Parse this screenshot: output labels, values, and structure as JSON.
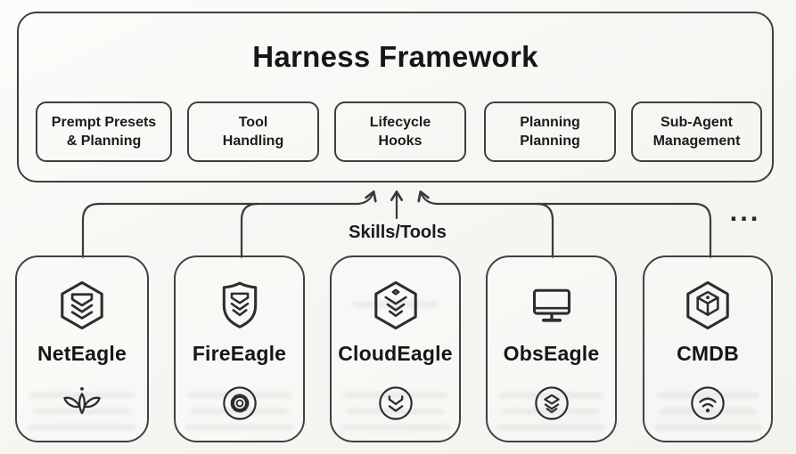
{
  "colors": {
    "background": "#f7f6f3",
    "line": "#3a3a3e",
    "text": "#1d1d1f"
  },
  "framework": {
    "title": "Harness Framework",
    "modules": [
      {
        "label": "Prempt Presets\n& Planning"
      },
      {
        "label": "Tool\nHandling"
      },
      {
        "label": "Lifecycle\nHooks"
      },
      {
        "label": "Planning\nPlanning"
      },
      {
        "label": "Sub-Agent\nManagement"
      }
    ]
  },
  "connector": {
    "skills_label": "Skills/Tools",
    "more_label": "..."
  },
  "agents": [
    {
      "name": "NetEagle",
      "top_icon": "hexagon-chevrons-icon",
      "bottom_icon": "bird-icon"
    },
    {
      "name": "FireEagle",
      "top_icon": "shield-chevrons-icon",
      "bottom_icon": "gear-circle-icon"
    },
    {
      "name": "CloudEagle",
      "top_icon": "hexagon-layers-icon",
      "bottom_icon": "chevrons-circle-icon"
    },
    {
      "name": "ObsEagle",
      "top_icon": "monitor-icon",
      "bottom_icon": "layers-circle-icon"
    },
    {
      "name": "CMDB",
      "top_icon": "hexagon-cube-icon",
      "bottom_icon": "wifi-circle-icon"
    }
  ]
}
